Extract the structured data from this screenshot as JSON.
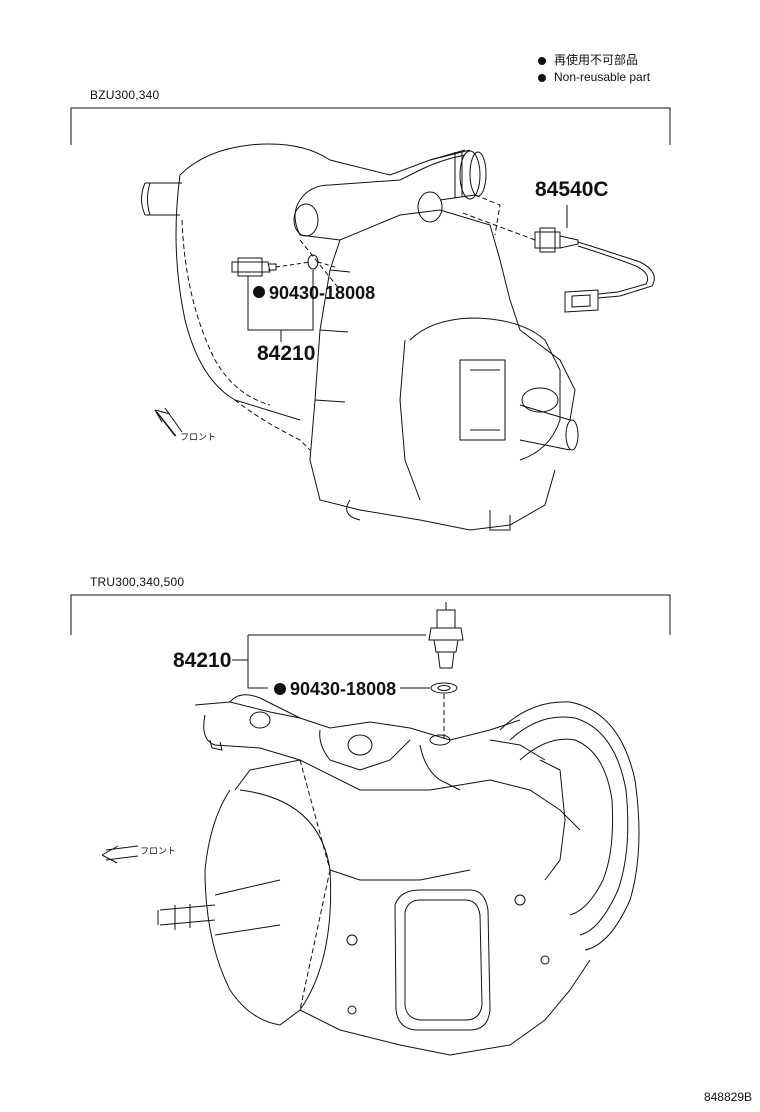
{
  "legend": {
    "items": [
      {
        "label": "再使用不可部品"
      },
      {
        "label": "Non-reusable part"
      }
    ]
  },
  "sections": [
    {
      "title": "BZU300,340",
      "parts": {
        "switch_assy": "84210",
        "gasket": "90430-18008",
        "sensor": "84540C"
      },
      "front_label": "フロント"
    },
    {
      "title": "TRU300,340,500",
      "parts": {
        "switch_assy": "84210",
        "gasket": "90430-18008"
      },
      "front_label": "フロント"
    }
  ],
  "drawing_code": "848829B"
}
